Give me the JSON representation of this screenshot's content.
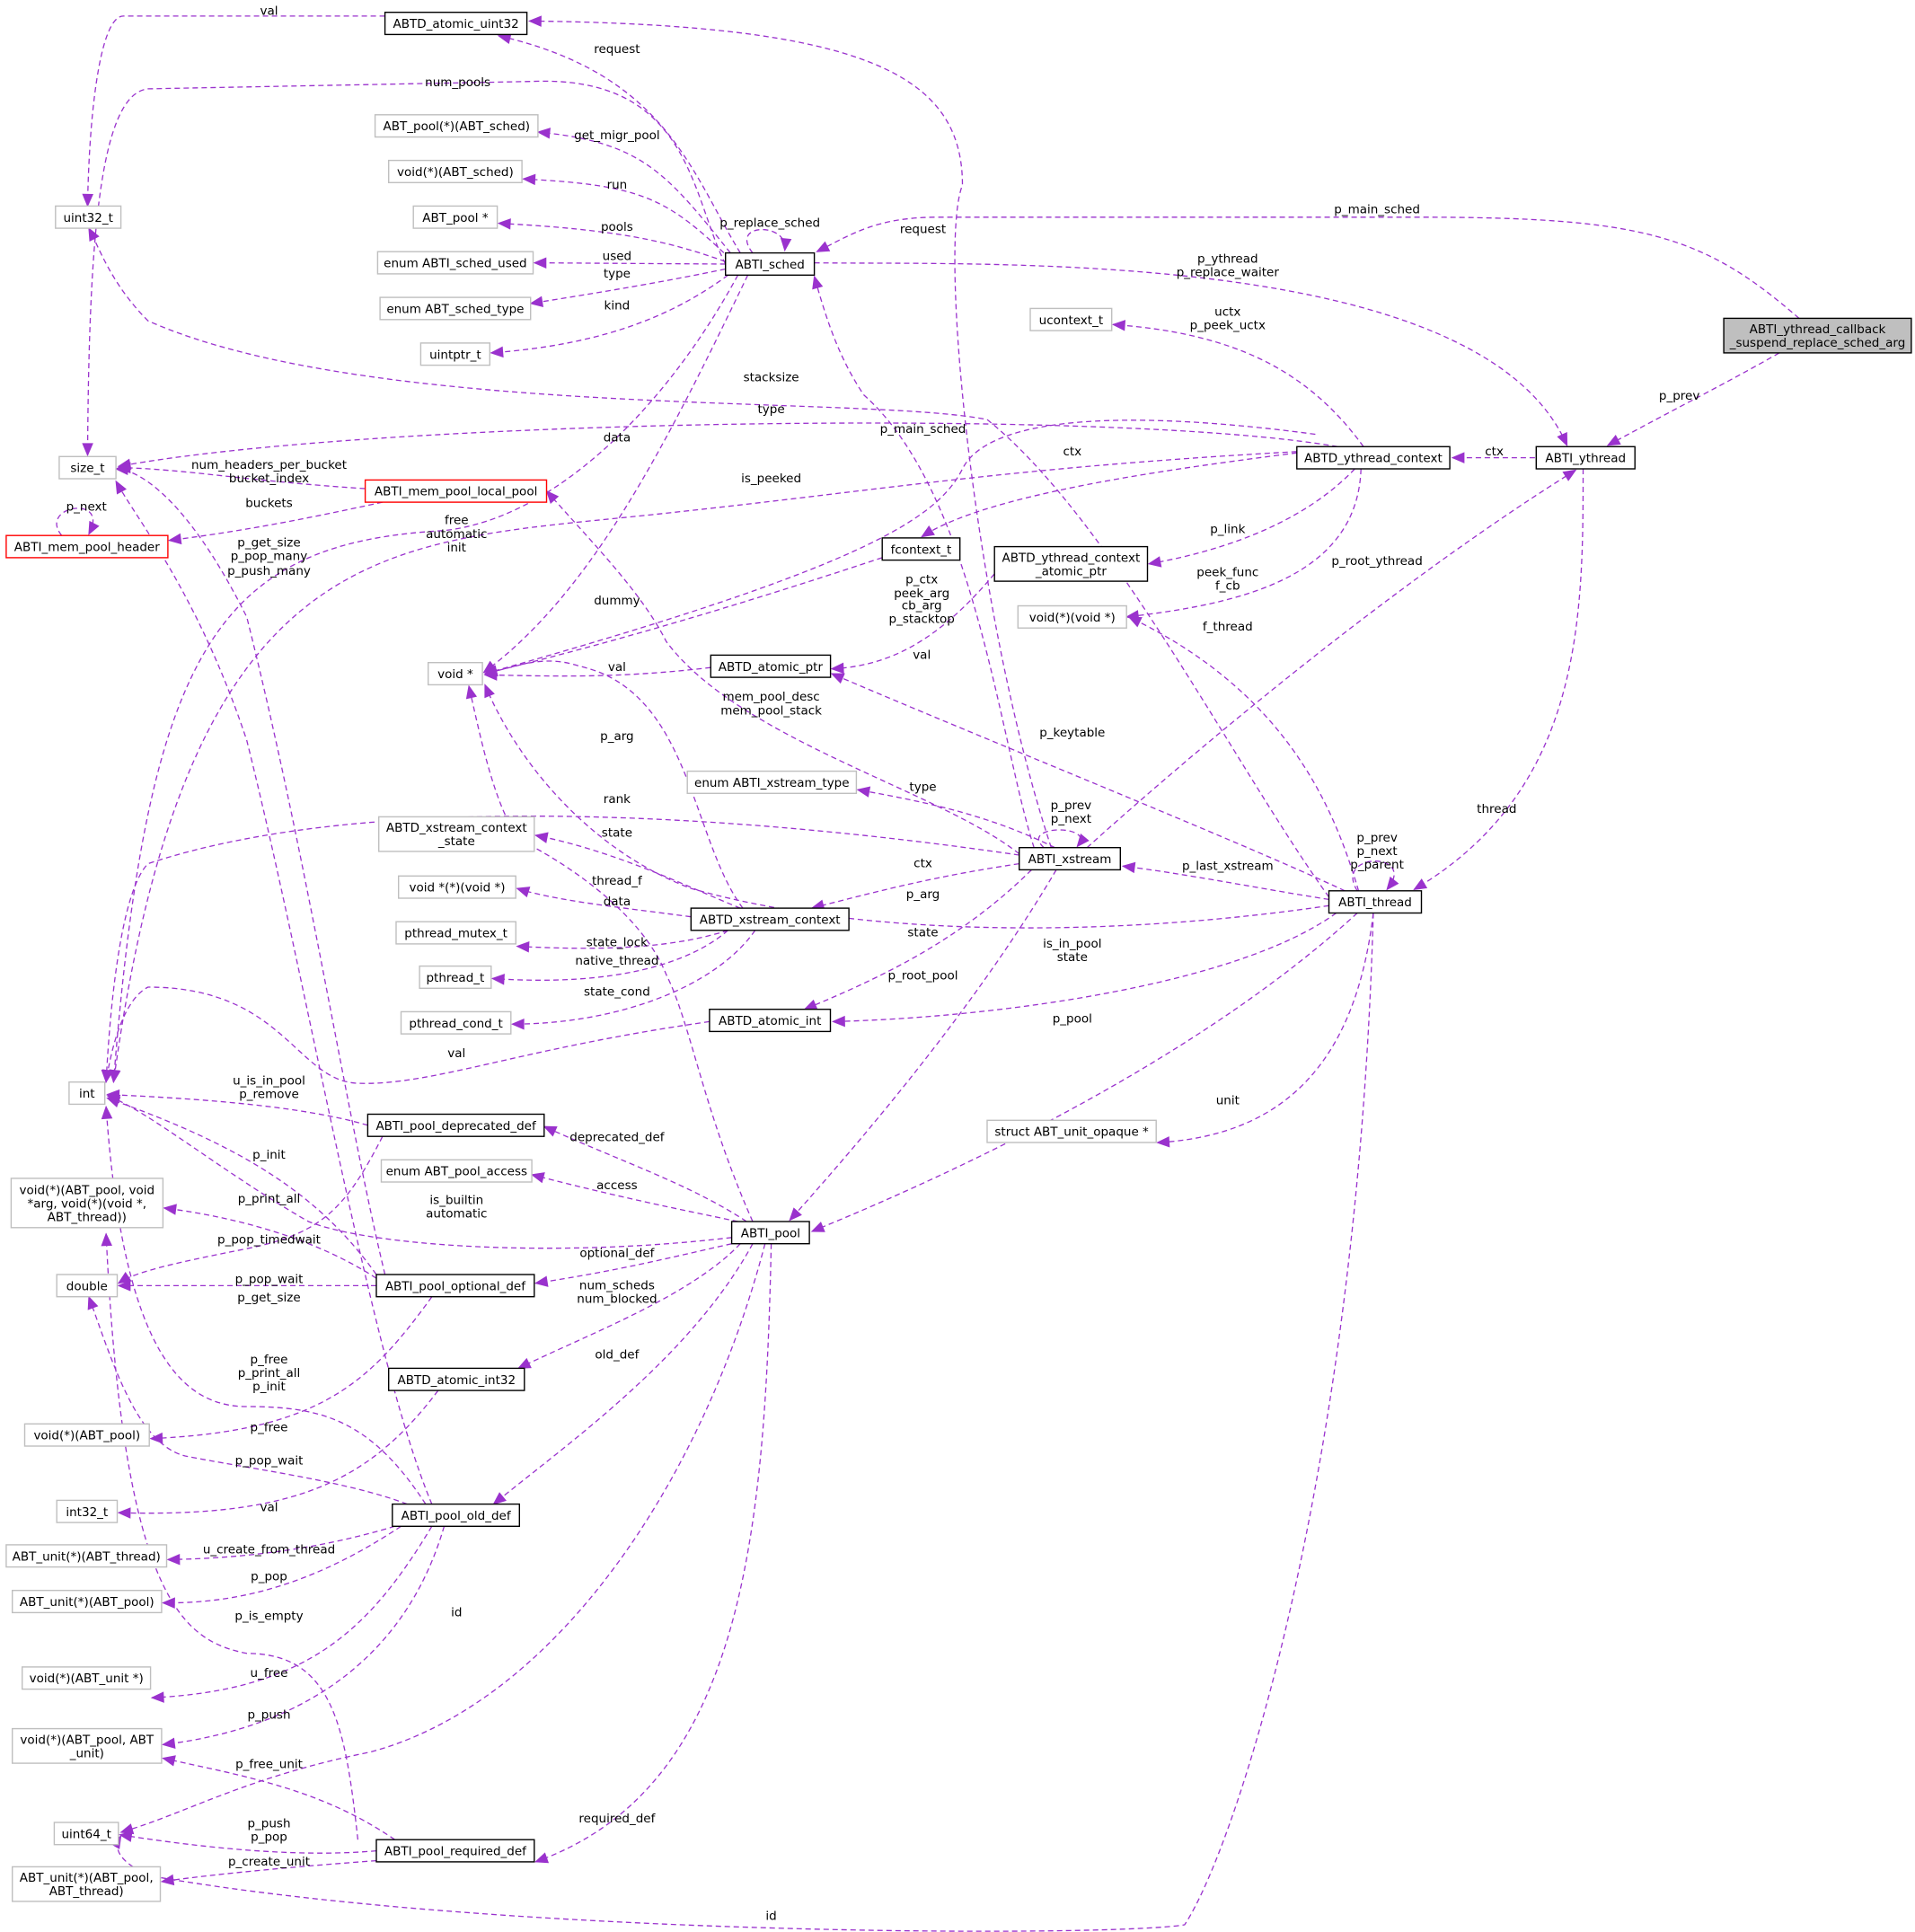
{
  "colors": {
    "edge": "#9a32cd",
    "node_border_documented": "#000000",
    "node_border_undocumented": "#bfbfbf",
    "node_border_truncated": "#ff0000",
    "node_fill_focus": "#bfbfbf",
    "node_fill": "#ffffff"
  },
  "nodes": {
    "abti_ythread_callback_arg": {
      "label": [
        "ABTI_ythread_callback",
        "_suspend_replace_sched_arg"
      ],
      "style": "focus"
    },
    "abti_ythread": {
      "label": [
        "ABTI_ythread"
      ],
      "style": "documented"
    },
    "abtd_ythread_context": {
      "label": [
        "ABTD_ythread_context"
      ],
      "style": "documented"
    },
    "abti_thread": {
      "label": [
        "ABTI_thread"
      ],
      "style": "documented"
    },
    "abti_sched": {
      "label": [
        "ABTI_sched"
      ],
      "style": "documented"
    },
    "abti_xstream": {
      "label": [
        "ABTI_xstream"
      ],
      "style": "documented"
    },
    "abti_pool": {
      "label": [
        "ABTI_pool"
      ],
      "style": "documented"
    },
    "abtd_atomic_uint32": {
      "label": [
        "ABTD_atomic_uint32"
      ],
      "style": "documented"
    },
    "uint32_t": {
      "label": [
        "uint32_t"
      ],
      "style": "undocumented"
    },
    "size_t": {
      "label": [
        "size_t"
      ],
      "style": "undocumented"
    },
    "abti_mem_pool_header": {
      "label": [
        "ABTI_mem_pool_header"
      ],
      "style": "truncated"
    },
    "abti_mem_pool_local_pool": {
      "label": [
        "ABTI_mem_pool_local_pool"
      ],
      "style": "truncated"
    },
    "abt_pool_fp_abt_sched": {
      "label": [
        "ABT_pool(*)(ABT_sched)"
      ],
      "style": "undocumented"
    },
    "void_fp_abt_sched": {
      "label": [
        "void(*)(ABT_sched)"
      ],
      "style": "undocumented"
    },
    "abt_pool_ptr": {
      "label": [
        "ABT_pool *"
      ],
      "style": "undocumented"
    },
    "enum_abti_sched_used": {
      "label": [
        "enum ABTI_sched_used"
      ],
      "style": "undocumented"
    },
    "enum_abt_sched_type": {
      "label": [
        "enum ABT_sched_type"
      ],
      "style": "undocumented"
    },
    "uintptr_t": {
      "label": [
        "uintptr_t"
      ],
      "style": "undocumented"
    },
    "ucontext_t": {
      "label": [
        "ucontext_t"
      ],
      "style": "undocumented"
    },
    "fcontext_t": {
      "label": [
        "fcontext_t"
      ],
      "style": "documented"
    },
    "abtd_ythread_context_atomic_ptr": {
      "label": [
        "ABTD_ythread_context",
        "_atomic_ptr"
      ],
      "style": "documented"
    },
    "void_fp_void_ptr": {
      "label": [
        "void(*)(void *)"
      ],
      "style": "undocumented"
    },
    "void_ptr": {
      "label": [
        "void *"
      ],
      "style": "undocumented"
    },
    "abtd_atomic_ptr": {
      "label": [
        "ABTD_atomic_ptr"
      ],
      "style": "documented"
    },
    "enum_abti_xstream_type": {
      "label": [
        "enum ABTI_xstream_type"
      ],
      "style": "undocumented"
    },
    "abtd_xstream_context_state": {
      "label": [
        "ABTD_xstream_context",
        "_state"
      ],
      "style": "undocumented"
    },
    "void_ptr_fp_void_ptr": {
      "label": [
        "void *(*)(void *)"
      ],
      "style": "undocumented"
    },
    "abtd_xstream_context": {
      "label": [
        "ABTD_xstream_context"
      ],
      "style": "documented"
    },
    "pthread_mutex_t": {
      "label": [
        "pthread_mutex_t"
      ],
      "style": "undocumented"
    },
    "pthread_t": {
      "label": [
        "pthread_t"
      ],
      "style": "undocumented"
    },
    "pthread_cond_t": {
      "label": [
        "pthread_cond_t"
      ],
      "style": "undocumented"
    },
    "abtd_atomic_int": {
      "label": [
        "ABTD_atomic_int"
      ],
      "style": "documented"
    },
    "int": {
      "label": [
        "int"
      ],
      "style": "undocumented"
    },
    "struct_abt_unit_opaque_ptr": {
      "label": [
        "struct ABT_unit_opaque *"
      ],
      "style": "undocumented"
    },
    "abti_pool_deprecated_def": {
      "label": [
        "ABTI_pool_deprecated_def"
      ],
      "style": "documented"
    },
    "enum_abt_pool_access": {
      "label": [
        "enum ABT_pool_access"
      ],
      "style": "undocumented"
    },
    "void_fp_print_all": {
      "label": [
        "void(*)(ABT_pool, void",
        "*arg, void(*)(void *,",
        "ABT_thread))"
      ],
      "style": "undocumented"
    },
    "double": {
      "label": [
        "double"
      ],
      "style": "undocumented"
    },
    "abti_pool_optional_def": {
      "label": [
        "ABTI_pool_optional_def"
      ],
      "style": "documented"
    },
    "abtd_atomic_int32": {
      "label": [
        "ABTD_atomic_int32"
      ],
      "style": "documented"
    },
    "void_fp_abt_pool": {
      "label": [
        "void(*)(ABT_pool)"
      ],
      "style": "undocumented"
    },
    "int32_t": {
      "label": [
        "int32_t"
      ],
      "style": "undocumented"
    },
    "abti_pool_old_def": {
      "label": [
        "ABTI_pool_old_def"
      ],
      "style": "documented"
    },
    "abt_unit_fp_abt_thread": {
      "label": [
        "ABT_unit(*)(ABT_thread)"
      ],
      "style": "undocumented"
    },
    "abt_unit_fp_abt_pool": {
      "label": [
        "ABT_unit(*)(ABT_pool)"
      ],
      "style": "undocumented"
    },
    "void_fp_abt_unit_ptr": {
      "label": [
        "void(*)(ABT_unit *)"
      ],
      "style": "undocumented"
    },
    "void_fp_abt_pool_abt_unit": {
      "label": [
        "void(*)(ABT_pool, ABT",
        "_unit)"
      ],
      "style": "undocumented"
    },
    "uint64_t": {
      "label": [
        "uint64_t"
      ],
      "style": "undocumented"
    },
    "abti_pool_required_def": {
      "label": [
        "ABTI_pool_required_def"
      ],
      "style": "documented"
    },
    "abt_unit_fp_abt_pool_abt_thread": {
      "label": [
        "ABT_unit(*)(ABT_pool,",
        "ABT_thread)"
      ],
      "style": "undocumented"
    }
  },
  "edges": [
    {
      "from": "abti_ythread_callback_arg",
      "to": "abti_sched",
      "label": [
        "p_main_sched"
      ]
    },
    {
      "from": "abti_ythread_callback_arg",
      "to": "abti_ythread",
      "label": [
        "p_prev"
      ]
    },
    {
      "from": "abti_ythread",
      "to": "abtd_ythread_context",
      "label": [
        "ctx"
      ]
    },
    {
      "from": "abti_ythread",
      "to": "abti_thread",
      "label": [
        "thread"
      ]
    },
    {
      "from": "abti_sched",
      "to": "abti_ythread",
      "label": [
        "p_ythread",
        "p_replace_waiter"
      ]
    },
    {
      "from": "abti_sched",
      "to": "abtd_atomic_uint32",
      "label": [
        "request"
      ]
    },
    {
      "from": "abti_sched",
      "to": "size_t",
      "label": [
        "num_pools"
      ]
    },
    {
      "from": "abti_sched",
      "to": "abt_pool_fp_abt_sched",
      "label": [
        "get_migr_pool"
      ]
    },
    {
      "from": "abti_sched",
      "to": "void_fp_abt_sched",
      "label": [
        "run"
      ]
    },
    {
      "from": "abti_sched",
      "to": "abt_pool_ptr",
      "label": [
        "pools"
      ]
    },
    {
      "from": "abti_sched",
      "to": "enum_abti_sched_used",
      "label": [
        "used"
      ]
    },
    {
      "from": "abti_sched",
      "to": "enum_abt_sched_type",
      "label": [
        "type"
      ]
    },
    {
      "from": "abti_sched",
      "to": "uintptr_t",
      "label": [
        "kind"
      ]
    },
    {
      "from": "abti_sched",
      "to": "abti_sched",
      "label": [
        "p_replace_sched"
      ]
    },
    {
      "from": "abti_sched",
      "to": "void_ptr",
      "label": [
        "data"
      ]
    },
    {
      "from": "abti_sched",
      "to": "int",
      "label": [
        "free",
        "automatic",
        "init"
      ]
    },
    {
      "from": "abtd_atomic_uint32",
      "to": "uint32_t",
      "label": [
        "val"
      ]
    },
    {
      "from": "abtd_ythread_context",
      "to": "ucontext_t",
      "label": [
        "uctx",
        "p_peek_uctx"
      ]
    },
    {
      "from": "abtd_ythread_context",
      "to": "size_t",
      "label": [
        "stacksize"
      ]
    },
    {
      "from": "abtd_ythread_context",
      "to": "fcontext_t",
      "label": [
        "ctx"
      ]
    },
    {
      "from": "abtd_ythread_context",
      "to": "abtd_ythread_context_atomic_ptr",
      "label": [
        "p_link"
      ]
    },
    {
      "from": "abtd_ythread_context",
      "to": "void_fp_void_ptr",
      "label": [
        "peek_func",
        "f_cb"
      ]
    },
    {
      "from": "abtd_ythread_context",
      "to": "void_ptr",
      "label": [
        "p_ctx",
        "peek_arg",
        "cb_arg",
        "p_stacktop"
      ]
    },
    {
      "from": "abtd_ythread_context",
      "to": "int",
      "label": [
        "is_peeked"
      ]
    },
    {
      "from": "abtd_ythread_context_atomic_ptr",
      "to": "abtd_atomic_ptr",
      "label": [
        "val"
      ]
    },
    {
      "from": "fcontext_t",
      "to": "void_ptr",
      "label": [
        "dummy"
      ]
    },
    {
      "from": "abtd_atomic_ptr",
      "to": "void_ptr",
      "label": [
        "val"
      ]
    },
    {
      "from": "abti_mem_pool_local_pool",
      "to": "size_t",
      "label": [
        "num_headers_per_bucket",
        "bucket_index"
      ]
    },
    {
      "from": "abti_mem_pool_local_pool",
      "to": "abti_mem_pool_header",
      "label": [
        "buckets"
      ]
    },
    {
      "from": "abti_mem_pool_header",
      "to": "abti_mem_pool_header",
      "label": [
        "p_next"
      ]
    },
    {
      "from": "abti_xstream",
      "to": "abtd_atomic_uint32",
      "label": [
        "request"
      ]
    },
    {
      "from": "abti_xstream",
      "to": "abti_sched",
      "label": [
        "p_main_sched"
      ]
    },
    {
      "from": "abti_xstream",
      "to": "abti_mem_pool_local_pool",
      "label": [
        "mem_pool_desc",
        "mem_pool_stack"
      ]
    },
    {
      "from": "abti_xstream",
      "to": "enum_abti_xstream_type",
      "label": [
        "type"
      ]
    },
    {
      "from": "abti_xstream",
      "to": "abti_xstream",
      "label": [
        "p_prev",
        "p_next"
      ]
    },
    {
      "from": "abti_xstream",
      "to": "int",
      "label": [
        "rank"
      ]
    },
    {
      "from": "abti_xstream",
      "to": "abtd_xstream_context",
      "label": [
        "ctx"
      ]
    },
    {
      "from": "abti_xstream",
      "to": "abtd_atomic_int",
      "label": [
        "state"
      ]
    },
    {
      "from": "abti_xstream",
      "to": "abti_pool",
      "label": [
        "p_root_pool"
      ]
    },
    {
      "from": "abti_xstream",
      "to": "abti_ythread",
      "label": [
        "p_root_ythread"
      ]
    },
    {
      "from": "abtd_xstream_context",
      "to": "abtd_xstream_context_state",
      "label": [
        "state"
      ]
    },
    {
      "from": "abtd_xstream_context",
      "to": "void_ptr_fp_void_ptr",
      "label": [
        "thread_f"
      ]
    },
    {
      "from": "abtd_xstream_context",
      "to": "pthread_mutex_t",
      "label": [
        "state_lock"
      ]
    },
    {
      "from": "abtd_xstream_context",
      "to": "pthread_t",
      "label": [
        "native_thread"
      ]
    },
    {
      "from": "abtd_xstream_context",
      "to": "pthread_cond_t",
      "label": [
        "state_cond"
      ]
    },
    {
      "from": "abtd_xstream_context",
      "to": "void_ptr",
      "label": [
        "p_arg"
      ]
    },
    {
      "from": "abtd_atomic_int",
      "to": "int",
      "label": [
        "val"
      ]
    },
    {
      "from": "abti_thread",
      "to": "uint32_t",
      "label": [
        "type"
      ]
    },
    {
      "from": "abti_thread",
      "to": "void_fp_void_ptr",
      "label": [
        "f_thread"
      ]
    },
    {
      "from": "abti_thread",
      "to": "abtd_atomic_ptr",
      "label": [
        "p_keytable"
      ]
    },
    {
      "from": "abti_thread",
      "to": "abti_xstream",
      "label": [
        "p_last_xstream"
      ]
    },
    {
      "from": "abti_thread",
      "to": "abti_thread",
      "label": [
        "p_prev",
        "p_next",
        "p_parent"
      ]
    },
    {
      "from": "abti_thread",
      "to": "void_ptr",
      "label": [
        "p_arg"
      ]
    },
    {
      "from": "abti_thread",
      "to": "abtd_atomic_int",
      "label": [
        "is_in_pool",
        "state"
      ]
    },
    {
      "from": "abti_thread",
      "to": "abti_pool",
      "label": [
        "p_pool"
      ]
    },
    {
      "from": "abti_thread",
      "to": "struct_abt_unit_opaque_ptr",
      "label": [
        "unit"
      ]
    },
    {
      "from": "abti_thread",
      "to": "uint64_t",
      "label": [
        "id"
      ]
    },
    {
      "from": "abti_pool",
      "to": "void_ptr",
      "label": [
        "data"
      ]
    },
    {
      "from": "abti_pool",
      "to": "abti_pool_deprecated_def",
      "label": [
        "deprecated_def"
      ]
    },
    {
      "from": "abti_pool",
      "to": "enum_abt_pool_access",
      "label": [
        "access"
      ]
    },
    {
      "from": "abti_pool",
      "to": "int",
      "label": [
        "is_builtin",
        "automatic"
      ]
    },
    {
      "from": "abti_pool",
      "to": "abti_pool_optional_def",
      "label": [
        "optional_def"
      ]
    },
    {
      "from": "abti_pool",
      "to": "abtd_atomic_int32",
      "label": [
        "num_scheds",
        "num_blocked"
      ]
    },
    {
      "from": "abti_pool",
      "to": "abti_pool_old_def",
      "label": [
        "old_def"
      ]
    },
    {
      "from": "abti_pool",
      "to": "uint64_t",
      "label": [
        "id"
      ]
    },
    {
      "from": "abti_pool",
      "to": "abti_pool_required_def",
      "label": [
        "required_def"
      ]
    },
    {
      "from": "abti_pool_deprecated_def",
      "to": "int",
      "label": [
        "u_is_in_pool",
        "p_remove"
      ]
    },
    {
      "from": "abti_pool_deprecated_def",
      "to": "double",
      "label": [
        "p_pop_timedwait"
      ]
    },
    {
      "from": "abti_pool_optional_def",
      "to": "int",
      "label": [
        "p_init"
      ]
    },
    {
      "from": "abti_pool_optional_def",
      "to": "void_fp_print_all",
      "label": [
        "p_print_all"
      ]
    },
    {
      "from": "abti_pool_optional_def",
      "to": "double",
      "label": [
        "p_pop_wait"
      ]
    },
    {
      "from": "abti_pool_optional_def",
      "to": "size_t",
      "label": [
        "p_get_size"
      ]
    },
    {
      "from": "abti_pool_optional_def",
      "to": "void_fp_abt_pool",
      "label": [
        "p_free"
      ]
    },
    {
      "from": "abtd_atomic_int32",
      "to": "int32_t",
      "label": [
        "val"
      ]
    },
    {
      "from": "abti_pool_old_def",
      "to": "size_t",
      "label": [
        "p_get_size",
        "p_pop_many",
        "p_push_many"
      ]
    },
    {
      "from": "abti_pool_old_def",
      "to": "int",
      "label": [
        "p_free",
        "p_print_all",
        "p_init"
      ]
    },
    {
      "from": "abti_pool_old_def",
      "to": "double",
      "label": [
        "p_pop_wait"
      ]
    },
    {
      "from": "abti_pool_old_def",
      "to": "abt_unit_fp_abt_thread",
      "label": [
        "u_create_from_thread"
      ]
    },
    {
      "from": "abti_pool_old_def",
      "to": "abt_unit_fp_abt_pool",
      "label": [
        "p_pop"
      ]
    },
    {
      "from": "abti_pool_old_def",
      "to": "void_fp_abt_unit_ptr",
      "label": [
        "u_free"
      ]
    },
    {
      "from": "abti_pool_old_def",
      "to": "void_fp_abt_pool_abt_unit",
      "label": [
        "p_push"
      ]
    },
    {
      "from": "abti_pool_required_def",
      "to": "int",
      "label": [
        "p_is_empty"
      ]
    },
    {
      "from": "abti_pool_required_def",
      "to": "void_fp_abt_pool_abt_unit",
      "label": [
        "p_free_unit"
      ]
    },
    {
      "from": "abti_pool_required_def",
      "to": "uint64_t",
      "label": [
        "p_push",
        "p_pop"
      ]
    },
    {
      "from": "abti_pool_required_def",
      "to": "abt_unit_fp_abt_pool_abt_thread",
      "label": [
        "p_create_unit"
      ]
    }
  ]
}
